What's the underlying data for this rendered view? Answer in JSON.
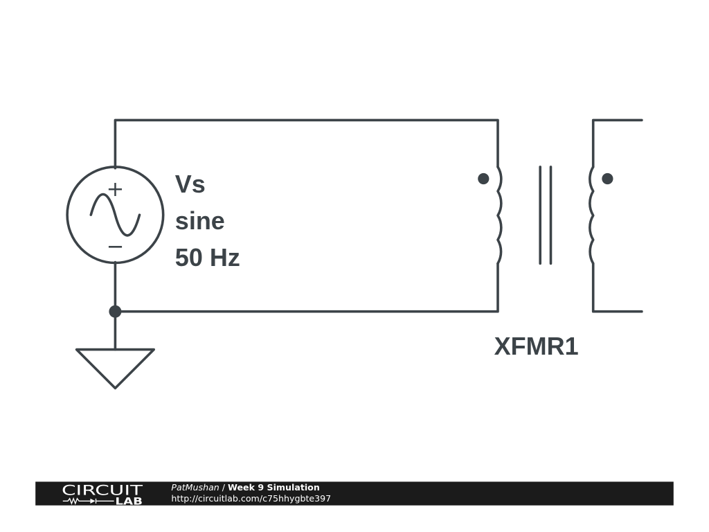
{
  "source": {
    "name": "Vs",
    "type": "sine",
    "frequency": "50 Hz",
    "plus_sign": "+",
    "minus_sign": "−"
  },
  "transformer": {
    "name": "XFMR1"
  },
  "footer": {
    "logo_top": "CIRCUIT",
    "logo_bottom": "LAB",
    "author": "PatMushan",
    "separator": "/",
    "title": "Week 9 Simulation",
    "url": "http://circuitlab.com/c75hhygbte397"
  },
  "colors": {
    "wire": "#3c4348",
    "footer_bg": "#1b1b1b",
    "footer_text": "#ffffff"
  }
}
